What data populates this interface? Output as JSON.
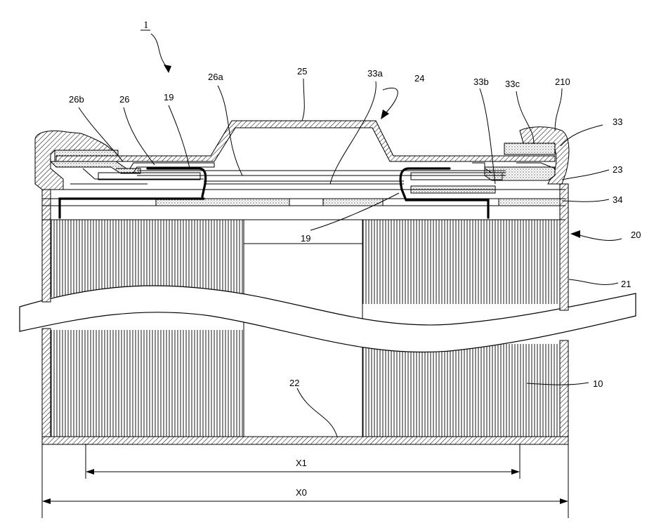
{
  "labels": {
    "ref_1": "1",
    "ref_25": "25",
    "ref_26a": "26a",
    "ref_33a": "33a",
    "ref_24": "24",
    "ref_33b": "33b",
    "ref_33c": "33c",
    "ref_210": "210",
    "ref_26b": "26b",
    "ref_26": "26",
    "ref_19_top": "19",
    "ref_33": "33",
    "ref_23": "23",
    "ref_34": "34",
    "ref_19_mid": "19",
    "ref_20": "20",
    "ref_21": "21",
    "ref_10": "10",
    "ref_22": "22",
    "dim_x1": "X1",
    "dim_x0": "X0"
  }
}
